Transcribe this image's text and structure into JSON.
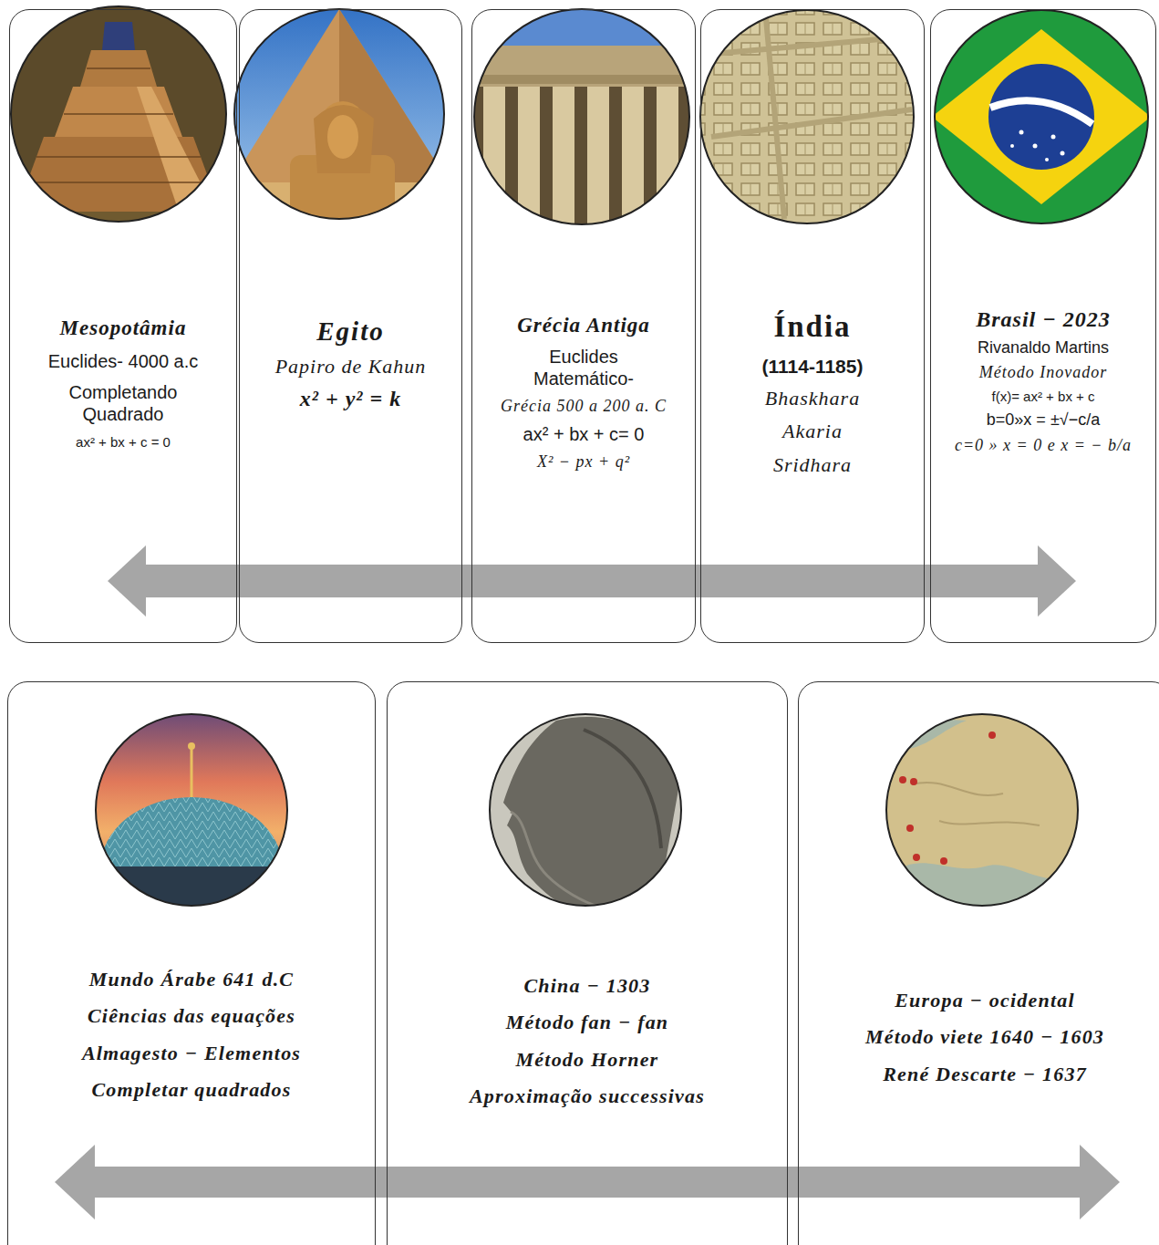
{
  "diagram": {
    "nodes": [
      {
        "text": [
          "Mesopotâmia",
          "Euclides- 4000 a.c",
          "Completando Quadrado",
          "ax² + bx + c = 0"
        ]
      },
      {
        "text": [
          "Egito",
          "Papiro de Kahun",
          "x² + y² = k"
        ]
      },
      {
        "text": [
          "Grécia Antiga",
          "Euclides Matemático-",
          "Grécia 500 a 200 a. C",
          "ax² + bx + c= 0",
          "X² − px + q²"
        ]
      },
      {
        "text": [
          "Índia",
          "(1114-1185)",
          "Bhaskhara",
          "Akaria",
          "Sridhara"
        ]
      },
      {
        "text": [
          "Brasil − 2023",
          "Rivanaldo Martins",
          "Método Inovador",
          "f(x)= ax² + bx + c",
          "b=0»x = ±√−c/a",
          "c=0 » x = 0 e x = − b/a"
        ]
      },
      {
        "text": [
          "Mundo Árabe 641 d.C",
          "Ciências das equações",
          "Almagesto − Elementos",
          "Completar quadrados"
        ]
      },
      {
        "text": [
          "China − 1303",
          "Método fan − fan",
          "Método Horner",
          "Aproximação successivas"
        ]
      },
      {
        "text": [
          "Europa − ocidental",
          "Método viete 1640 − 1603",
          "René Descarte − 1637"
        ]
      }
    ]
  }
}
